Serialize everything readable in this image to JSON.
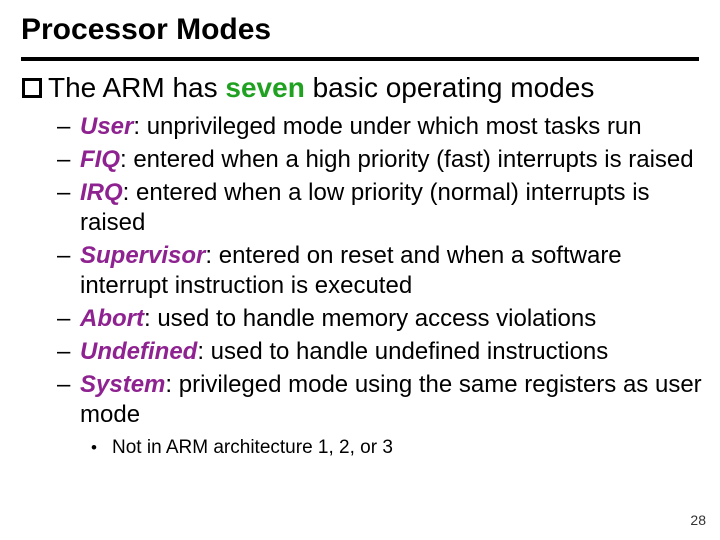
{
  "slide": {
    "title": "Processor Modes",
    "page_number": "28",
    "colors": {
      "keyword_purple": "#8e2290",
      "highlight_green": "#21a121",
      "rule_black": "#000000"
    },
    "main_bullet": {
      "glyph": "checkbox-square-icon",
      "before": "The ARM has ",
      "highlight": "seven",
      "after": " basic operating modes"
    },
    "modes": [
      {
        "dash": "–",
        "term": "User",
        "rest": ": unprivileged mode under which most tasks run"
      },
      {
        "dash": "–",
        "term": "FIQ",
        "rest": ": entered when a high priority (fast) interrupts is raised"
      },
      {
        "dash": "–",
        "term": "IRQ",
        "rest": ": entered when a low priority (normal) interrupts is raised"
      },
      {
        "dash": "–",
        "term": "Supervisor",
        "rest": ": entered on reset and when a software interrupt instruction is executed"
      },
      {
        "dash": "–",
        "term": "Abort",
        "rest": ": used to handle memory access violations"
      },
      {
        "dash": "–",
        "term": "Undefined",
        "rest": ": used to handle undefined instructions"
      },
      {
        "dash": "–",
        "term": "System",
        "rest": ": privileged mode using the same registers as user mode"
      }
    ],
    "note": {
      "bullet": "•",
      "text": "Not in ARM architecture 1, 2, or 3"
    }
  }
}
